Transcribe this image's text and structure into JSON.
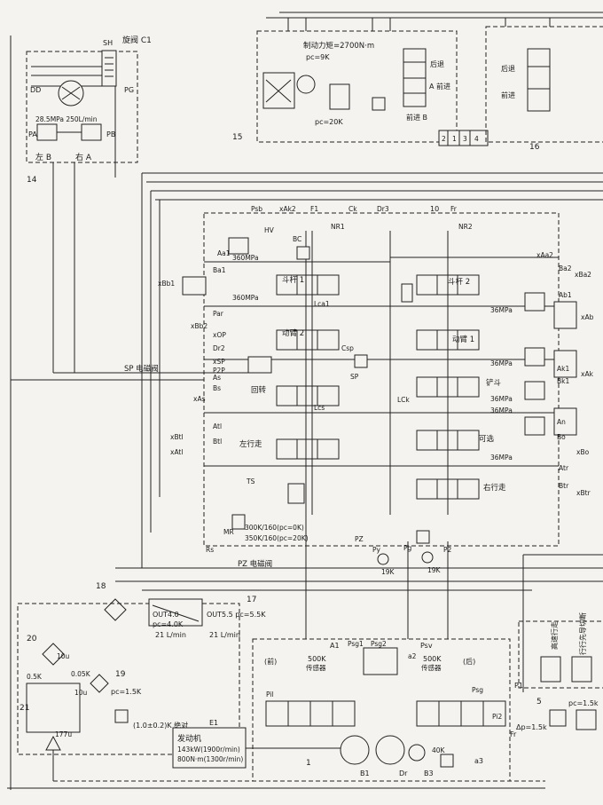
{
  "labels": {
    "sh": "SH",
    "swing_valve": "旋阀 C1",
    "dd": "DD",
    "pg": "PG",
    "pump_spec": "28.5MPa 250L/min",
    "pa": "PA",
    "pb": "PB",
    "left_b": "左 B",
    "right_a": "右 A",
    "n14": "14",
    "brake_torque": "制动力矩=2700N·m",
    "pc_9k": "pc=9K",
    "pc_20k": "pc=20K",
    "n15": "15",
    "n16": "16",
    "n2": "2",
    "n1": "1",
    "n3": "3",
    "n4": "4",
    "back": "后退",
    "forward_a": "A 前进",
    "front_b": "前进 B",
    "right_back": "后退",
    "forward2": "前进",
    "n10": "10",
    "nr1": "NR1",
    "nr2": "NR2",
    "hv": "HV",
    "bc": "BC",
    "psb": "Psb",
    "xak2": "xAk2",
    "f1": "F1",
    "ck": "Ck",
    "dr3": "Dr3",
    "fr": "Fr",
    "aa1": "Aa1",
    "p360a": "360MPa",
    "bucket1": "斗杆 1",
    "p360b": "360MPa",
    "xbb1": "xBb1",
    "ba1": "Ba1",
    "lca1": "Lca1",
    "par": "Par",
    "xbb2": "xBb2",
    "xop": "xOP",
    "boom2": "动臂 2",
    "dr2": "Dr2",
    "xsp": "xSP",
    "p2p": "P2P",
    "sp_valve": "SP 电磁阀",
    "as": "As",
    "bs": "Bs",
    "xas": "xAs",
    "swing": "回转",
    "lcs": "Lcs",
    "sp": "SP",
    "csp": "Csp",
    "atl": "Atl",
    "xbtl": "xBtl",
    "btl": "Btl",
    "xatl": "xAtl",
    "left_travel": "左行走",
    "ts": "TS",
    "mr": "MR",
    "spec_300k": "300K/160(pc=0K)",
    "spec_350k": "350K/160(pc=20K)",
    "rs": "Rs",
    "pz": "PZ",
    "py": "Py",
    "pz_valve": "PZ 电磁阀",
    "k19a": "19K",
    "k19b": "19K",
    "pg2": "Pg",
    "p2": "P2",
    "xaa2": "xAa2",
    "ba2": "Ba2",
    "xba2": "xBa2",
    "ab1": "Ab1",
    "bucket2": "斗杆 2",
    "p36a": "36MPa",
    "boom1": "动臂 1",
    "xab": "xAb",
    "p36b": "36MPa",
    "ak1": "Ak1",
    "bucket": "铲斗",
    "bk1": "Bk1",
    "xak": "xAk",
    "p36c": "36MPa",
    "p36d": "36MPa",
    "lck": "LCk",
    "an": "An",
    "bo": "Bo",
    "xbo": "xBo",
    "spare": "可选",
    "p36e": "36MPa",
    "atr": "Atr",
    "btr": "Btr",
    "xbtr": "xBtr",
    "right_travel": "右行走",
    "n18": "18",
    "n17": "17",
    "out40": "OUT4.0",
    "out55": "OUT5.5 pc=5.5K",
    "pc40": "pc=4.0K",
    "flow21a": "21 L/min",
    "flow21b": "21 L/min",
    "n20": "20",
    "k10u": "10u",
    "k05a": "0.5K",
    "k005": "0.05K",
    "k10u2": "10u",
    "n19": "19",
    "pc15": "pc=1.5K",
    "n21": "21",
    "k177u": "177u",
    "abs_pressure": "(1.0±0.2)K 绝对",
    "a1": "A1",
    "psv": "Psv",
    "front": "(前)",
    "rear": "(后)",
    "k500a": "500K",
    "k500b": "500K",
    "sensor1": "传感器",
    "sensor2": "传感器",
    "psg1": "Psg1",
    "psg2": "Psg2",
    "psg": "Psg",
    "a2": "a2",
    "pil": "Pil",
    "pi2": "Pi2",
    "e1": "E1",
    "fr2": "Fr",
    "k40": "40K",
    "engine": "发动机",
    "engine_power": "143kW(1900r/min)",
    "engine_torque": "800N·m(1300r/min)",
    "b1": "B1",
    "dr_b": "Dr",
    "b3": "B3",
    "a3": "a3",
    "n1b": "1",
    "pc1": "P1",
    "n5": "5",
    "high_speed": "高速行走",
    "pilot_cut": "行行先导切断",
    "pc15b": "pc=1.5k",
    "dp15": "Δp=1.5k"
  }
}
